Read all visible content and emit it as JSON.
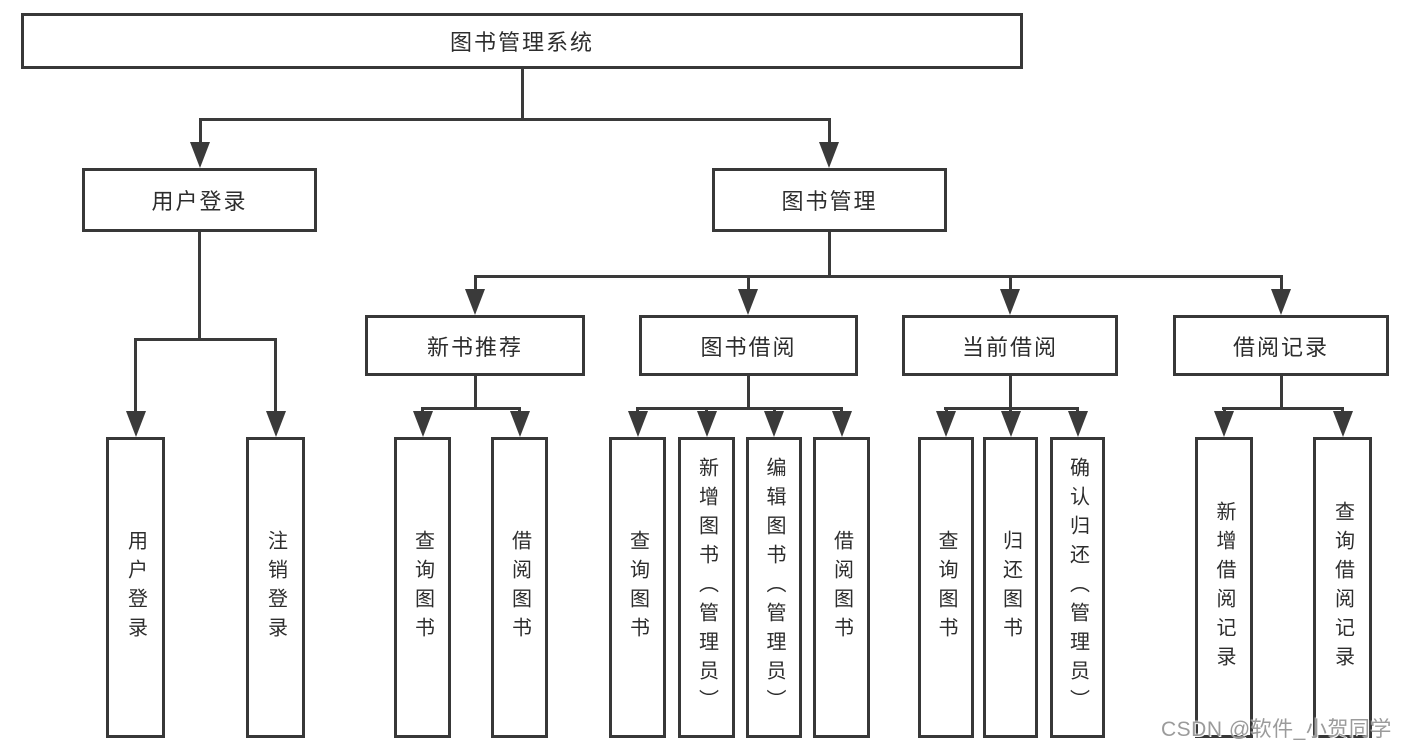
{
  "diagram": {
    "type": "hierarchy-tree",
    "colors": {
      "background": "#ffffff",
      "line": "#3a3a3a",
      "box_border": "#383838",
      "text": "#2d2d2d",
      "watermark": "#9b9b9b"
    },
    "root": {
      "label": "图书管理系统"
    },
    "level2": [
      {
        "label": "用户登录",
        "parent": "图书管理系统"
      },
      {
        "label": "图书管理",
        "parent": "图书管理系统"
      }
    ],
    "level3": [
      {
        "label": "新书推荐",
        "parent": "图书管理"
      },
      {
        "label": "图书借阅",
        "parent": "图书管理"
      },
      {
        "label": "当前借阅",
        "parent": "图书管理"
      },
      {
        "label": "借阅记录",
        "parent": "图书管理"
      }
    ],
    "leaves": [
      {
        "label": "用户登录",
        "parent": "用户登录"
      },
      {
        "label": "注销登录",
        "parent": "用户登录"
      },
      {
        "label": "查询图书",
        "parent": "新书推荐"
      },
      {
        "label": "借阅图书",
        "parent": "新书推荐"
      },
      {
        "label": "查询图书",
        "parent": "图书借阅"
      },
      {
        "label": "新增图书（管理员）",
        "parent": "图书借阅"
      },
      {
        "label": "编辑图书（管理员）",
        "parent": "图书借阅"
      },
      {
        "label": "借阅图书",
        "parent": "图书借阅"
      },
      {
        "label": "查询图书",
        "parent": "当前借阅"
      },
      {
        "label": "归还图书",
        "parent": "当前借阅"
      },
      {
        "label": "确认归还（管理员）",
        "parent": "当前借阅"
      },
      {
        "label": "新增借阅记录",
        "parent": "借阅记录"
      },
      {
        "label": "查询借阅记录",
        "parent": "借阅记录"
      }
    ],
    "watermark": "CSDN @软件_小贺同学"
  }
}
